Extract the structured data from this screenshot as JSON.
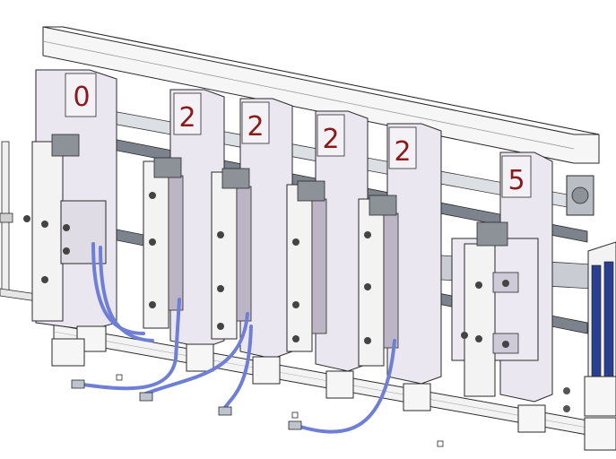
{
  "plates": [
    {
      "label": "0"
    },
    {
      "label": "2"
    },
    {
      "label": "2"
    },
    {
      "label": "2"
    },
    {
      "label": "2"
    },
    {
      "label": "5"
    }
  ],
  "colors": {
    "background": "#ffffff",
    "outline": "#2a2a2a",
    "plate_fill": "#e9e5ee",
    "plate_shade": "#d6d1de",
    "label_color": "#8a1a1a",
    "hose": "#6f7fd6",
    "hose_dark": "#2a3f8f",
    "rail": "#bfc4cc",
    "bar_fill": "#f6f6f6"
  }
}
